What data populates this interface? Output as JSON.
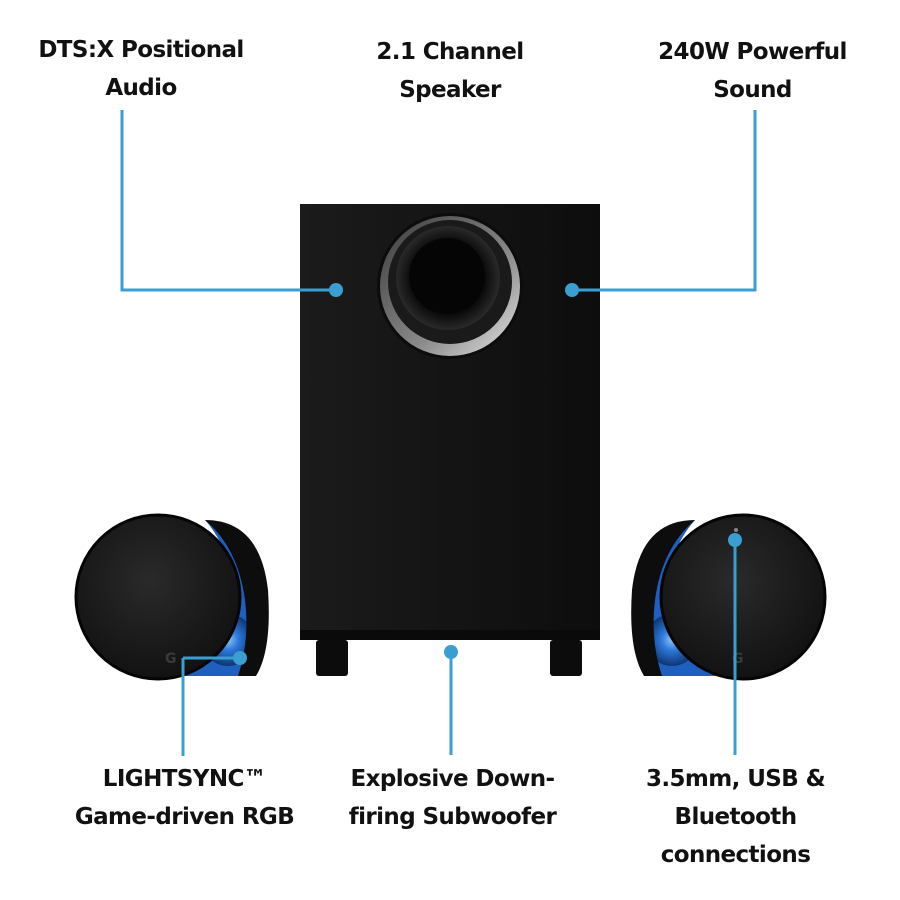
{
  "features": {
    "dts": {
      "line1": "DTS:X Positional",
      "line2": "Audio"
    },
    "channel": {
      "line1": "2.1 Channel",
      "line2": "Speaker"
    },
    "power": {
      "line1": "240W Powerful",
      "line2": "Sound"
    },
    "lightsync": {
      "line1": "LIGHTSYNC™",
      "line2": "Game-driven RGB"
    },
    "subwoofer": {
      "line1": "Explosive Down-",
      "line2": "firing Subwoofer"
    },
    "connections": {
      "line1": "3.5mm, USB &",
      "line2": "Bluetooth",
      "line3": "connections"
    }
  },
  "colors": {
    "callout": "#3a9fd0",
    "label_text": "#111111",
    "speaker_body": "#151515",
    "rgb_glow": "#2f7de1"
  },
  "icons": {
    "subwoofer": "subwoofer-illustration",
    "left_satellite": "left-satellite-speaker-illustration",
    "right_satellite": "right-satellite-speaker-illustration"
  }
}
